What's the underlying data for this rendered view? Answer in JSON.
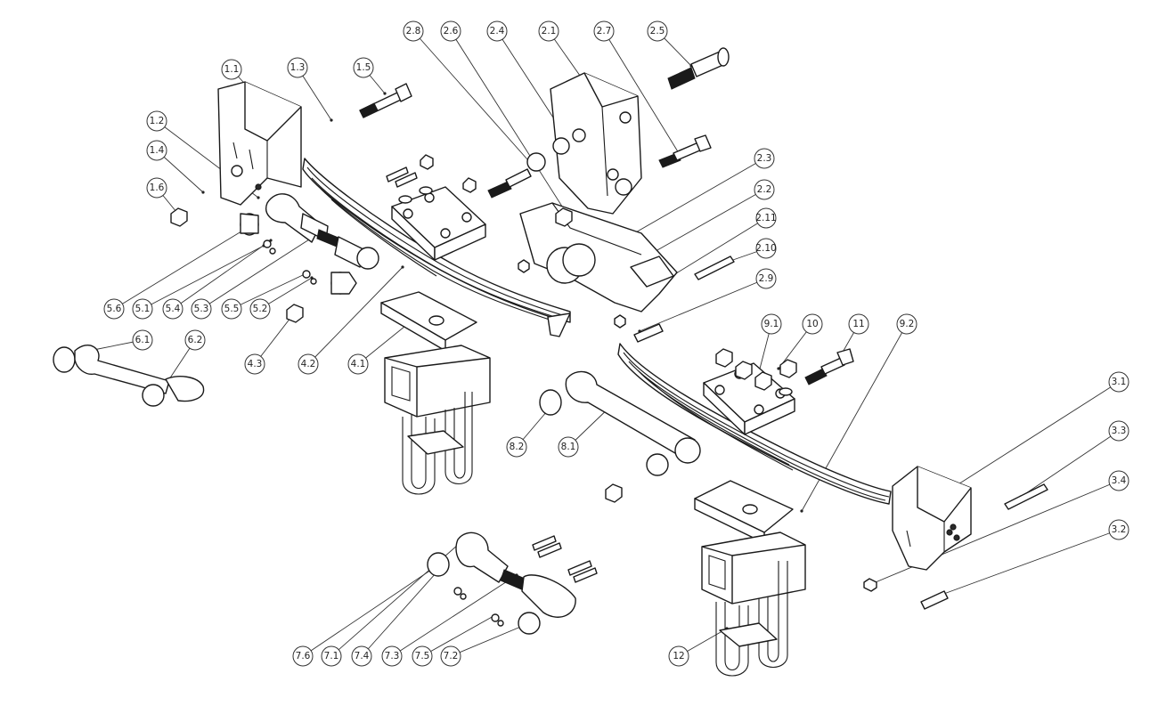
{
  "callouts": [
    "1.1",
    "1.2",
    "1.3",
    "1.4",
    "1.5",
    "1.6",
    "2.1",
    "2.2",
    "2.3",
    "2.4",
    "2.5",
    "2.6",
    "2.7",
    "2.8",
    "2.9",
    "2.10",
    "2.11",
    "3.1",
    "3.2",
    "3.3",
    "3.4",
    "4.1",
    "4.2",
    "4.3",
    "5.1",
    "5.2",
    "5.3",
    "5.4",
    "5.5",
    "5.6",
    "6.1",
    "6.2",
    "7.1",
    "7.2",
    "7.3",
    "7.4",
    "7.5",
    "7.6",
    "8.1",
    "8.2",
    "9.1",
    "9.2",
    "10",
    "11",
    "12"
  ]
}
